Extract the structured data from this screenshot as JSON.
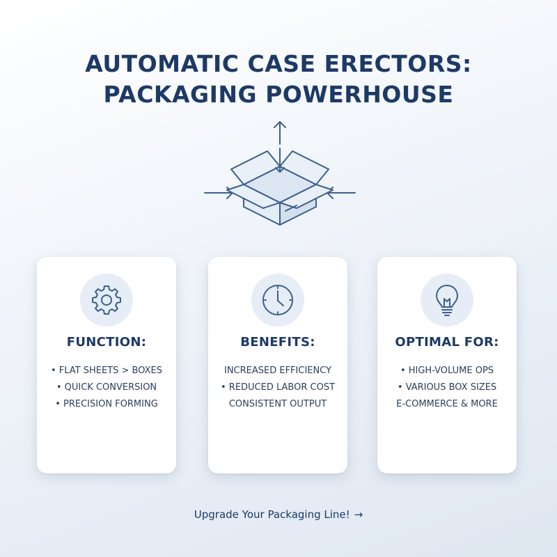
{
  "header": {
    "title_line1": "AUTOMATIC CASE ERECTORS:",
    "title_line2": "PACKAGING POWERHOUSE"
  },
  "hero": {
    "icon": "box-with-arrows-icon"
  },
  "cards": [
    {
      "icon": "gear-icon",
      "title": "FUNCTION:",
      "items": [
        "• FLAT SHEETS > BOXES",
        "• QUICK CONVERSION",
        "• PRECISION FORMING"
      ]
    },
    {
      "icon": "clock-icon",
      "title": "BENEFITS:",
      "items": [
        "INCREASED EFFICIENCY",
        "• REDUCED LABOR COST",
        "CONSISTENT OUTPUT"
      ]
    },
    {
      "icon": "lightbulb-icon",
      "title": "OPTIMAL FOR:",
      "items": [
        "• HIGH-VOLUME OPS",
        "• VARIOUS BOX SIZES",
        "E-COMMERCE & MORE"
      ]
    }
  ],
  "cta": {
    "label": "Upgrade Your Packaging Line!",
    "arrow": "→"
  },
  "colors": {
    "primary": "#1d3a66",
    "icon_stroke": "#3b5f8c",
    "icon_fill": "#dce6f2",
    "card_bg": "#ffffff",
    "icon_circle": "#e6edf6"
  }
}
